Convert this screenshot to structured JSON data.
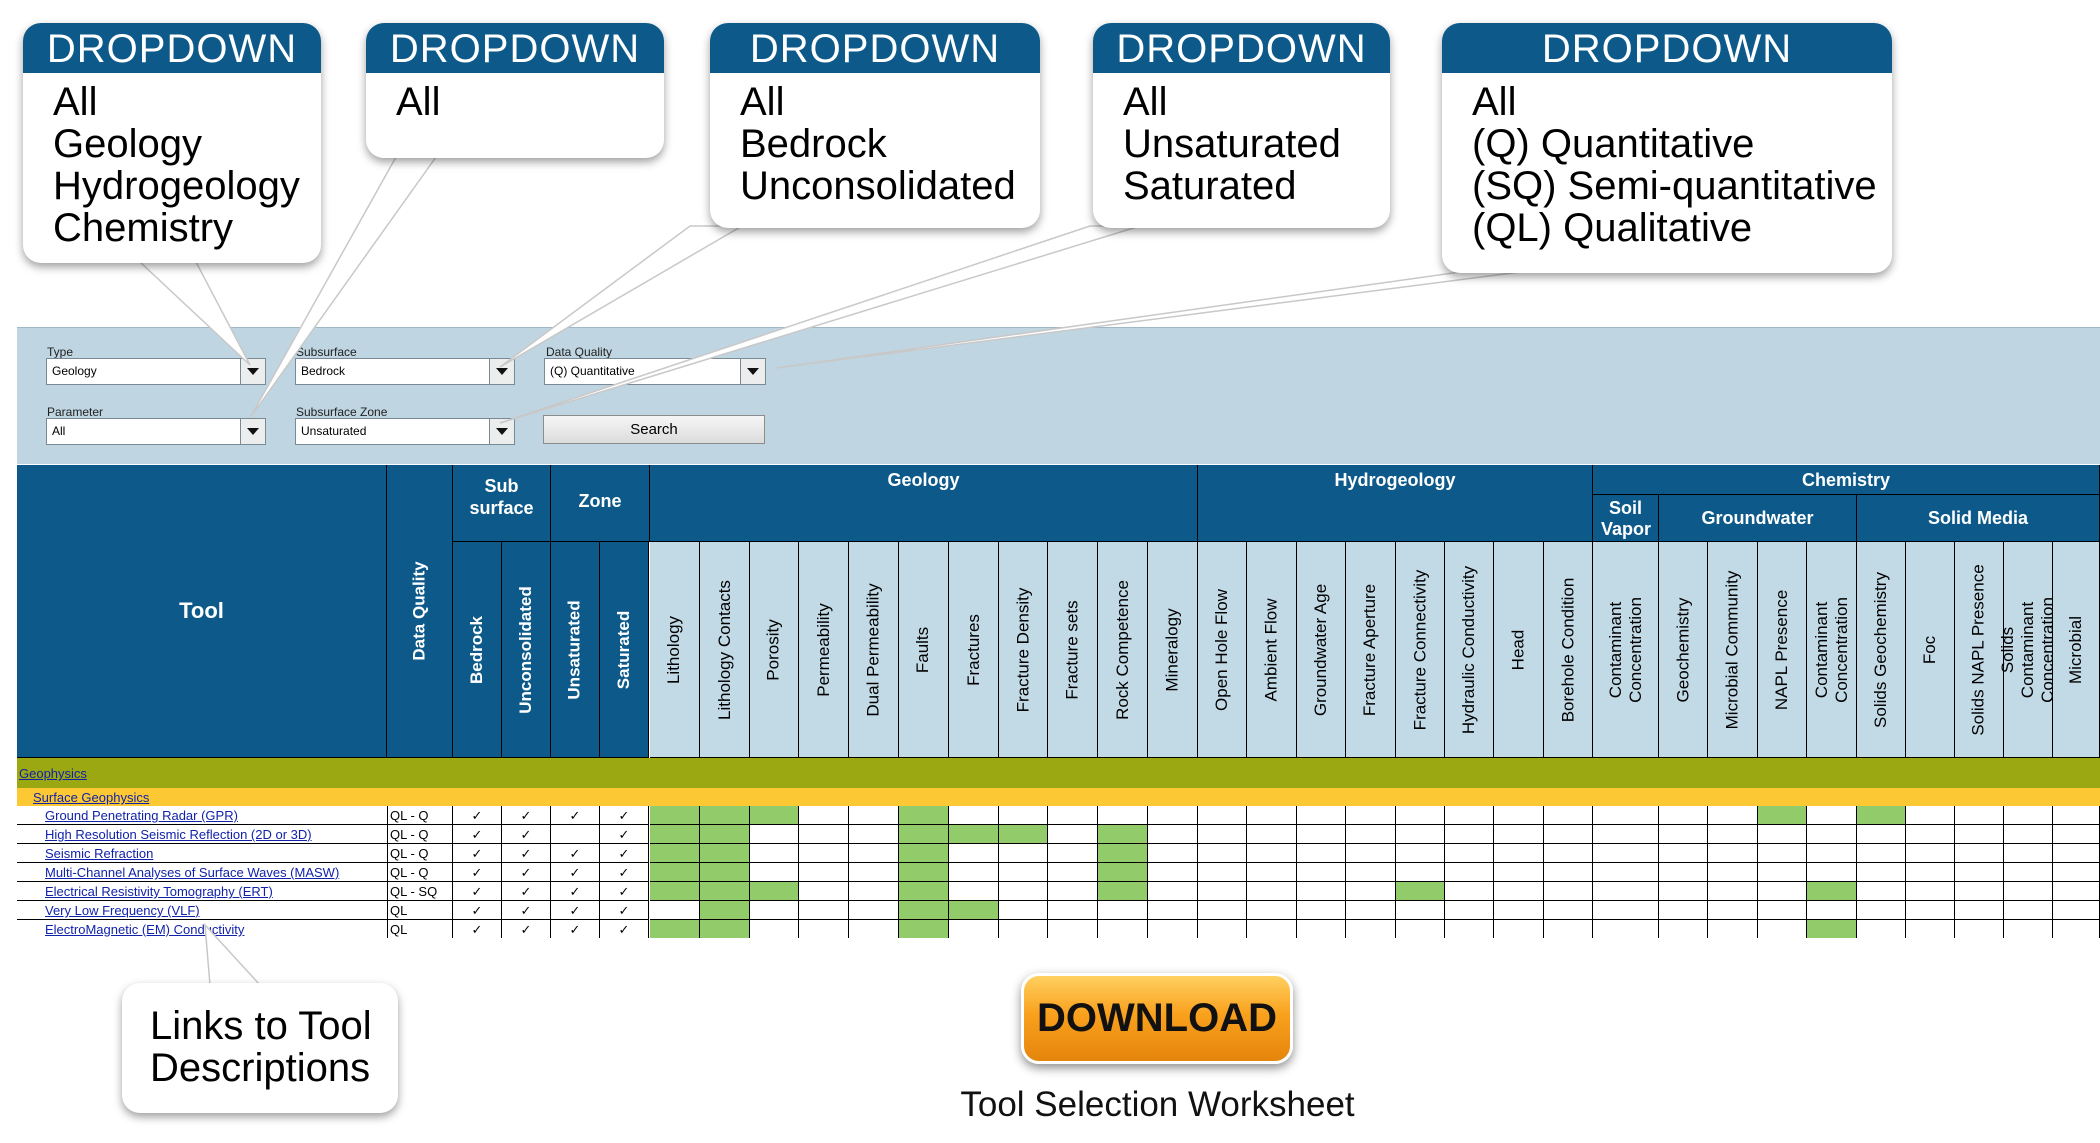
{
  "callouts": {
    "type": {
      "header": "DROPDOWN",
      "options": [
        "All",
        "Geology",
        "Hydrogeology",
        "Chemistry"
      ]
    },
    "parameter": {
      "header": "DROPDOWN",
      "options": [
        "All"
      ]
    },
    "subsurface": {
      "header": "DROPDOWN",
      "options": [
        "All",
        "Bedrock",
        "Unconsolidated"
      ]
    },
    "zone": {
      "header": "DROPDOWN",
      "options": [
        "All",
        "Unsaturated",
        "Saturated"
      ]
    },
    "quality": {
      "header": "DROPDOWN",
      "options": [
        "All",
        "(Q) Quantitative",
        "(SQ) Semi-quantitative",
        "(QL) Qualitative"
      ]
    },
    "links": {
      "lines": [
        "Links to Tool",
        "Descriptions"
      ]
    }
  },
  "filters": {
    "type": {
      "label": "Type",
      "value": "Geology"
    },
    "parameter": {
      "label": "Parameter",
      "value": "All"
    },
    "subsurface": {
      "label": "Subsurface",
      "value": "Bedrock"
    },
    "zone": {
      "label": "Subsurface Zone",
      "value": "Unsaturated"
    },
    "quality": {
      "label": "Data Quality",
      "value": "(Q) Quantitative"
    },
    "search_label": "Search"
  },
  "table": {
    "tool_header": "Tool",
    "data_quality_header": "Data Quality",
    "groups": {
      "sub_surface": "Sub surface",
      "zone": "Zone",
      "geology": "Geology",
      "hydrogeology": "Hydrogeology",
      "chemistry": "Chemistry",
      "soil_vapor": "Soil Vapor",
      "groundwater": "Groundwater",
      "solid_media": "Solid Media"
    },
    "subsurface_columns": [
      "Bedrock",
      "Unconsolidated"
    ],
    "zone_columns": [
      "Unsaturated",
      "Saturated"
    ],
    "parameter_columns": [
      "Lithology",
      "Lithology Contacts",
      "Porosity",
      "Permeability",
      "Dual Permeability",
      "Faults",
      "Fractures",
      "Fracture Density",
      "Fracture sets",
      "Rock Competence",
      "Mineralogy",
      "Open Hole Flow",
      "Ambient Flow",
      "Groundwater Age",
      "Fracture Aperture",
      "Fracture Connectivity",
      "Hydraulic Conductivity",
      "Head",
      "Borehole Condition",
      "Contaminant Concentration",
      "Geochemistry",
      "Microbial Community",
      "NAPL Presence",
      "Contaminant Concentration",
      "Solids Geochemistry",
      "Foc",
      "Solids NAPL Presence",
      "Solids Contaminant Concentration",
      "Microbial"
    ],
    "category": "Geophysics",
    "subcategory": "Surface Geophysics",
    "check_mark": "✓",
    "highlight_color": "#92cc6a",
    "rows": [
      {
        "tool": "Ground Penetrating Radar (GPR)",
        "dq": "QL - Q",
        "checks": [
          1,
          1,
          1,
          1
        ],
        "green": [
          0,
          1,
          2,
          5,
          22,
          24
        ]
      },
      {
        "tool": "High Resolution Seismic Reflection (2D or 3D)",
        "dq": "QL - Q",
        "checks": [
          1,
          1,
          0,
          1
        ],
        "green": [
          0,
          1,
          5,
          6,
          7,
          9
        ]
      },
      {
        "tool": "Seismic Refraction",
        "dq": "QL - Q",
        "checks": [
          1,
          1,
          1,
          1
        ],
        "green": [
          0,
          1,
          5,
          9
        ]
      },
      {
        "tool": "Multi-Channel Analyses of Surface Waves (MASW)",
        "dq": "QL - Q",
        "checks": [
          1,
          1,
          1,
          1
        ],
        "green": [
          0,
          1,
          5,
          9
        ]
      },
      {
        "tool": "Electrical Resistivity Tomography (ERT)",
        "dq": "QL - SQ",
        "checks": [
          1,
          1,
          1,
          1
        ],
        "green": [
          0,
          1,
          2,
          5,
          9,
          15,
          23
        ]
      },
      {
        "tool": "Very Low Frequency (VLF)",
        "dq": "QL",
        "checks": [
          1,
          1,
          1,
          1
        ],
        "green": [
          1,
          5,
          6
        ]
      },
      {
        "tool": "ElectroMagnetic (EM) Conductivity",
        "dq": "QL",
        "checks": [
          1,
          1,
          1,
          1
        ],
        "green": [
          0,
          1,
          5,
          23
        ]
      }
    ]
  },
  "download_label": "DOWNLOAD",
  "caption": "Tool Selection Worksheet"
}
